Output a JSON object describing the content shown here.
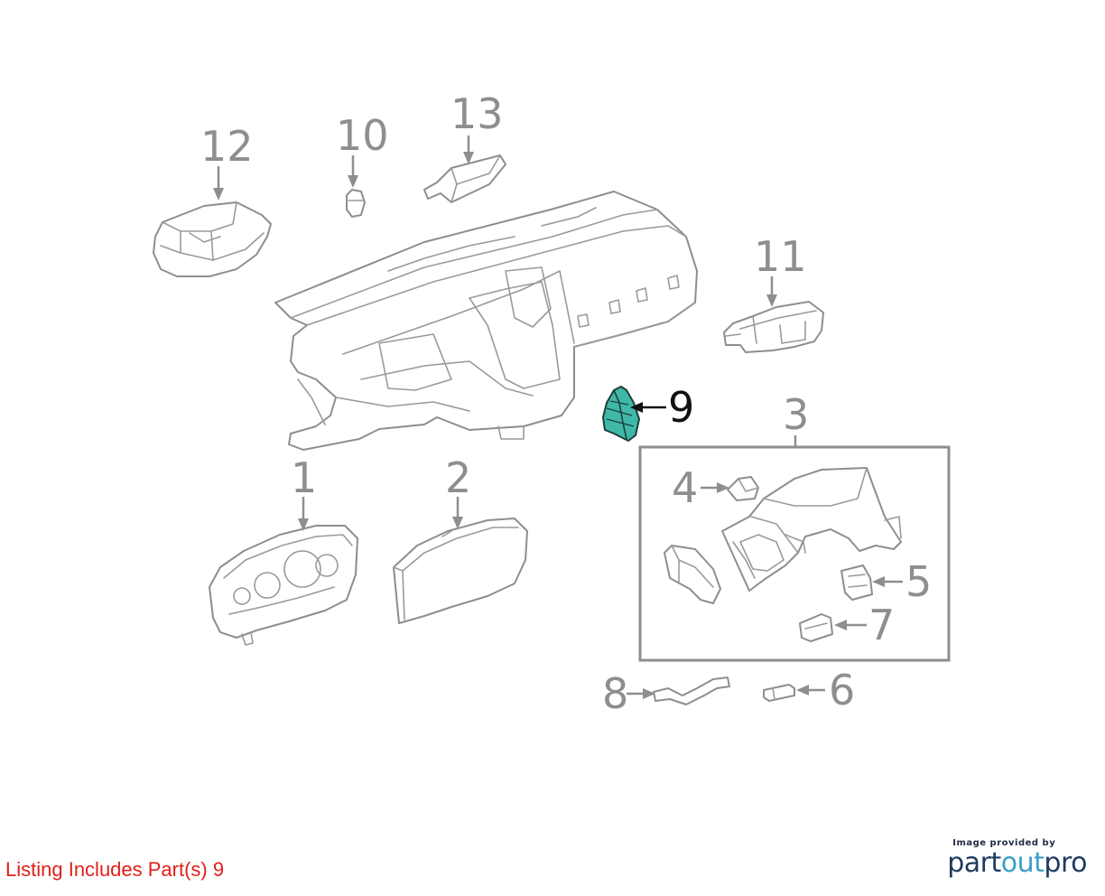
{
  "diagram": {
    "callouts": [
      {
        "id": "1",
        "label": "1"
      },
      {
        "id": "2",
        "label": "2"
      },
      {
        "id": "3",
        "label": "3"
      },
      {
        "id": "4",
        "label": "4"
      },
      {
        "id": "5",
        "label": "5"
      },
      {
        "id": "6",
        "label": "6"
      },
      {
        "id": "7",
        "label": "7"
      },
      {
        "id": "8",
        "label": "8"
      },
      {
        "id": "9",
        "label": "9"
      },
      {
        "id": "10",
        "label": "10"
      },
      {
        "id": "11",
        "label": "11"
      },
      {
        "id": "12",
        "label": "12"
      },
      {
        "id": "13",
        "label": "13"
      }
    ],
    "highlighted_part": "9",
    "highlight_color": "#3fb8a8",
    "line_color": "#8e8e8e"
  },
  "listing_note": {
    "text": "Listing Includes Part(s) 9",
    "color": "#e0201a"
  },
  "provider": {
    "caption": "Image provided by",
    "brand_part1": "part",
    "brand_part2": "out",
    "brand_part3": "pro"
  }
}
